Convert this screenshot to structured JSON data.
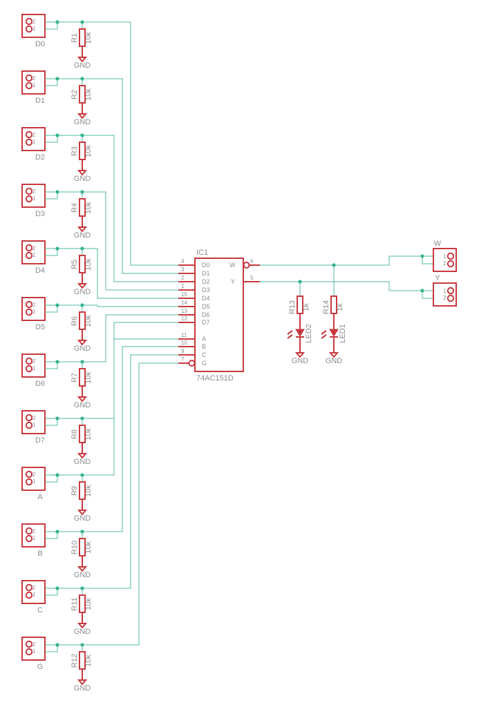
{
  "inputs": [
    {
      "label": "D0",
      "resistor": "R1",
      "value": "10k",
      "gnd": "GND",
      "pin_top": "2",
      "pin_bottom": "1"
    },
    {
      "label": "D1",
      "resistor": "R2",
      "value": "10k",
      "gnd": "GND",
      "pin_top": "2",
      "pin_bottom": "1"
    },
    {
      "label": "D2",
      "resistor": "R3",
      "value": "10k",
      "gnd": "GND",
      "pin_top": "2",
      "pin_bottom": "1"
    },
    {
      "label": "D3",
      "resistor": "R4",
      "value": "10k",
      "gnd": "GND",
      "pin_top": "2",
      "pin_bottom": "1"
    },
    {
      "label": "D4",
      "resistor": "R5",
      "value": "10k",
      "gnd": "GND",
      "pin_top": "2",
      "pin_bottom": "1"
    },
    {
      "label": "D5",
      "resistor": "R6",
      "value": "10k",
      "gnd": "GND",
      "pin_top": "2",
      "pin_bottom": "1"
    },
    {
      "label": "D6",
      "resistor": "R7",
      "value": "10k",
      "gnd": "GND",
      "pin_top": "2",
      "pin_bottom": "1"
    },
    {
      "label": "D7",
      "resistor": "R8",
      "value": "10k",
      "gnd": "GND",
      "pin_top": "2",
      "pin_bottom": "1"
    },
    {
      "label": "A",
      "resistor": "R9",
      "value": "10k",
      "gnd": "GND",
      "pin_top": "2",
      "pin_bottom": "1"
    },
    {
      "label": "B",
      "resistor": "R10",
      "value": "10k",
      "gnd": "GND",
      "pin_top": "2",
      "pin_bottom": "1"
    },
    {
      "label": "C",
      "resistor": "R11",
      "value": "10k",
      "gnd": "GND",
      "pin_top": "2",
      "pin_bottom": "1"
    },
    {
      "label": "G",
      "resistor": "R12",
      "value": "10k",
      "gnd": "GND",
      "pin_top": "2",
      "pin_bottom": "1"
    }
  ],
  "ic": {
    "ref": "IC1",
    "part": "74AC151D",
    "left_pins": [
      {
        "name": "D0",
        "num": "4"
      },
      {
        "name": "D1",
        "num": "3"
      },
      {
        "name": "D2",
        "num": "2"
      },
      {
        "name": "D3",
        "num": "1"
      },
      {
        "name": "D4",
        "num": "15"
      },
      {
        "name": "D5",
        "num": "14"
      },
      {
        "name": "D6",
        "num": "13"
      },
      {
        "name": "D7",
        "num": "12"
      },
      {
        "name": "A",
        "num": "11"
      },
      {
        "name": "B",
        "num": "10"
      },
      {
        "name": "C",
        "num": "9"
      },
      {
        "name": "G",
        "num": "7"
      }
    ],
    "right_pins": [
      {
        "name": "W",
        "num": "6"
      },
      {
        "name": "Y",
        "num": "5"
      }
    ]
  },
  "indicators": [
    {
      "resistor": "R13",
      "value": "1k",
      "led": "LED2",
      "gnd": "GND"
    },
    {
      "resistor": "R14",
      "value": "1k",
      "led": "LED1",
      "gnd": "GND"
    }
  ],
  "outputs": [
    {
      "label": "W",
      "pin_top": "1",
      "pin_bottom": "2"
    },
    {
      "label": "Y",
      "pin_top": "1",
      "pin_bottom": "2"
    }
  ],
  "colors": {
    "net": "#4fb8a3",
    "junction": "#2fb38a",
    "symbol": "#c8383e",
    "text": "#8c8c8c"
  }
}
